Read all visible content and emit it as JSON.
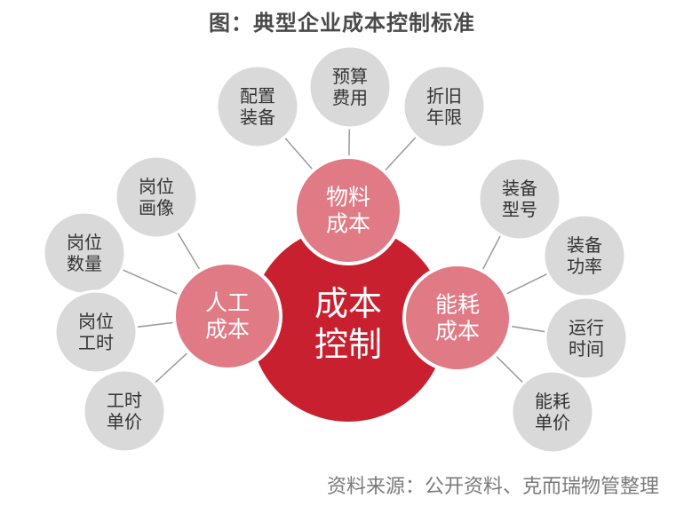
{
  "title": "图：典型企业成本控制标准",
  "source": "资料来源：公开资料、克而瑞物管整理",
  "colors": {
    "center_fill": "#c8202f",
    "sub_fill": "#e07a85",
    "sub_stroke": "#ffffff",
    "leaf_fill": "#d9d9d9",
    "leaf_stroke": "#ffffff",
    "line": "#9a9a9a",
    "leaf_text": "#333333",
    "node_text": "#ffffff"
  },
  "center": {
    "lines": [
      "成本",
      "控制"
    ]
  },
  "groups": [
    {
      "key": "material",
      "lines": [
        "物料",
        "成本"
      ],
      "leaves": [
        {
          "lines": [
            "配置",
            "装备"
          ]
        },
        {
          "lines": [
            "预算",
            "费用"
          ]
        },
        {
          "lines": [
            "折旧",
            "年限"
          ]
        }
      ]
    },
    {
      "key": "labor",
      "lines": [
        "人工",
        "成本"
      ],
      "leaves": [
        {
          "lines": [
            "岗位",
            "画像"
          ]
        },
        {
          "lines": [
            "岗位",
            "数量"
          ]
        },
        {
          "lines": [
            "岗位",
            "工时"
          ]
        },
        {
          "lines": [
            "工时",
            "单价"
          ]
        }
      ]
    },
    {
      "key": "energy",
      "lines": [
        "能耗",
        "成本"
      ],
      "leaves": [
        {
          "lines": [
            "装备",
            "型号"
          ]
        },
        {
          "lines": [
            "装备",
            "功率"
          ]
        },
        {
          "lines": [
            "运行",
            "时间"
          ]
        },
        {
          "lines": [
            "能耗",
            "单价"
          ]
        }
      ]
    }
  ]
}
